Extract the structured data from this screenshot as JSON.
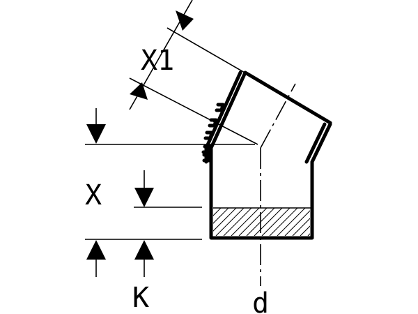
{
  "diagram": {
    "labels": {
      "x1": "X1",
      "x": "X",
      "k": "K",
      "d": "d"
    },
    "colors": {
      "ink": "#000000",
      "background": "#ffffff"
    }
  }
}
